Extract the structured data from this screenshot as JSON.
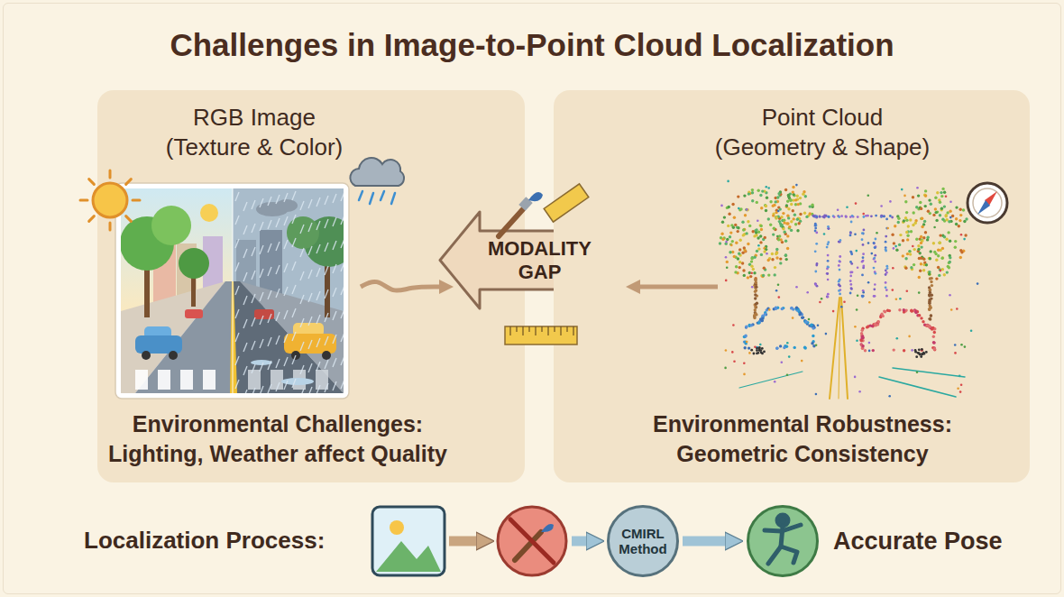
{
  "diagram": {
    "title": "Challenges in Image-to-Point Cloud Localization",
    "nodes": [
      {
        "text": [
          "RGB Image (Texture & Color)",
          "Environmental Challenges: Lighting, Weather affect Quality"
        ]
      },
      {
        "text": [
          "MODALITY GAP"
        ]
      },
      {
        "text": [
          "Point Cloud (Geometry & Shape)",
          "Environmental Robustness: Geometric Consistency"
        ]
      },
      {
        "text": [
          "CMIRL Method"
        ]
      },
      {
        "text": [
          "Accurate Pose"
        ]
      }
    ],
    "edges": [
      {
        "from": 0,
        "to": 1,
        "arrow": "to"
      },
      {
        "from": 2,
        "to": 1,
        "arrow": "to"
      },
      {
        "from": 3,
        "to": 4,
        "arrow": "to"
      }
    ],
    "labels": [
      "Localization Process:"
    ]
  }
}
